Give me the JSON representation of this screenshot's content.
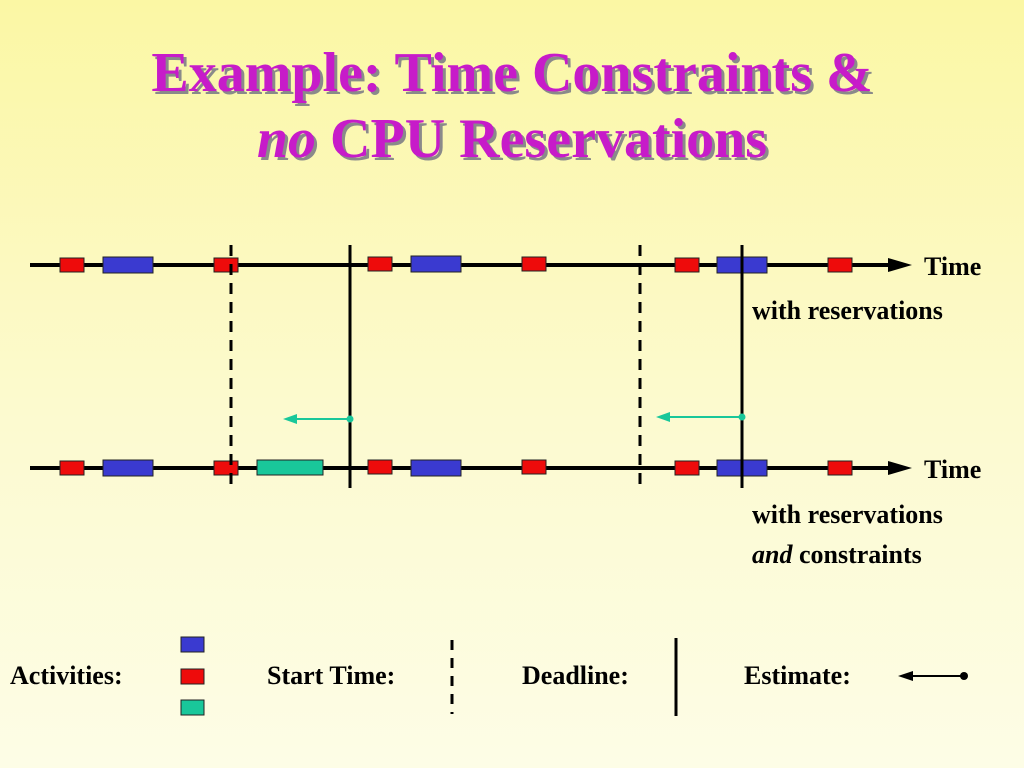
{
  "title": {
    "line1": "Example: Time Constraints &",
    "line2_italic": "no",
    "line2_rest": " CPU Reservations"
  },
  "timeline_top": {
    "axis_label": "Time",
    "caption": "with reservations"
  },
  "timeline_bottom": {
    "axis_label": "Time",
    "caption_line1": "with reservations",
    "caption_line2_italic": "and",
    "caption_line2_rest": " constraints"
  },
  "legend": {
    "activities_label": "Activities:",
    "start_time_label": "Start Time:",
    "deadline_label": "Deadline:",
    "estimate_label": "Estimate:"
  },
  "colors": {
    "title": "#c71bc9",
    "activity_blue": "#3a3ad0",
    "activity_red": "#ee0b0b",
    "activity_green": "#19c79a",
    "estimate_arrow": "#19c79a"
  }
}
